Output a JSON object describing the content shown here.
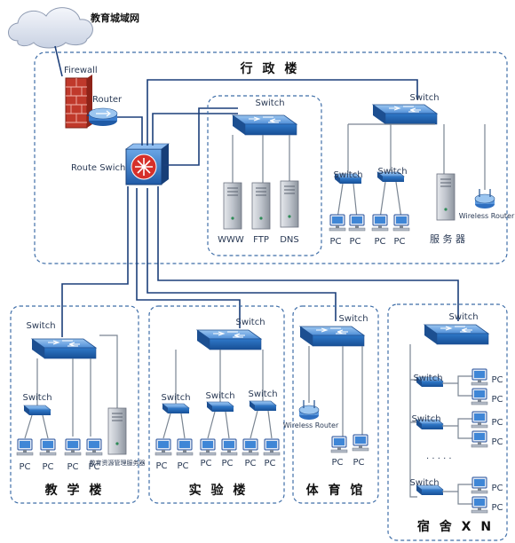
{
  "top": {
    "cloud_label": "教育城域网",
    "firewall_label": "Firewall",
    "router_label": "Router",
    "route_switch_label": "Route Swich"
  },
  "admin": {
    "title": "行 政 楼",
    "server_group": {
      "switch_label": "Switch",
      "servers": [
        "WWW",
        "FTP",
        "DNS"
      ]
    },
    "office": {
      "switch_label": "Switch",
      "sub_switch_labels": [
        "Switch",
        "Switch"
      ],
      "pc_labels": [
        "PC",
        "PC",
        "PC",
        "PC"
      ],
      "server_label": "服 务 器",
      "wireless_router_label": "Wireless Router"
    }
  },
  "teaching": {
    "title": "教 学 楼",
    "switch_label": "Switch",
    "sub_switch_label": "Switch",
    "pc_labels": [
      "PC",
      "PC",
      "PC",
      "PC"
    ],
    "server_label": "教育资源管理服务器"
  },
  "lab": {
    "title": "实 验 楼",
    "switch_label": "Switch",
    "sub_switch_labels": [
      "Switch",
      "Switch",
      "Switch"
    ],
    "pc_labels": [
      "PC",
      "PC",
      "PC",
      "PC",
      "PC",
      "PC"
    ]
  },
  "gym": {
    "title": "体 育 馆",
    "switch_label": "Switch",
    "wireless_router_label": "Wireless Router",
    "pc_labels": [
      "PC",
      "PC"
    ]
  },
  "dorm": {
    "title": "宿 舍 X N",
    "switch_label": "Switch",
    "sub_switch_labels": [
      "Switch",
      "Switch",
      "Switch"
    ],
    "pc_labels": [
      "PC",
      "PC",
      "PC",
      "PC",
      "PC",
      "PC"
    ],
    "ellipsis": "· · · · ·"
  },
  "colors": {
    "switch_top": "#6fa8e6",
    "switch_side": "#1f5fae",
    "region_border": "#3f6ea8",
    "core_red": "#c0392b"
  }
}
